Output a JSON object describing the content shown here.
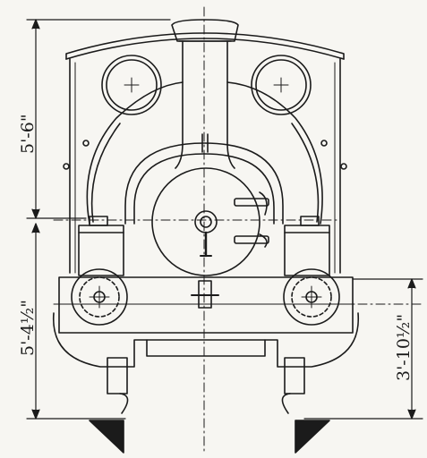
{
  "drawing": {
    "ink_color": "#1b1b1b",
    "paper_color": "#f7f6f2",
    "dimensions": {
      "overall_height_upper": "5'-6\"",
      "overall_height_lower": "5'-4½\"",
      "buffer_height": "3'-10½\""
    }
  }
}
